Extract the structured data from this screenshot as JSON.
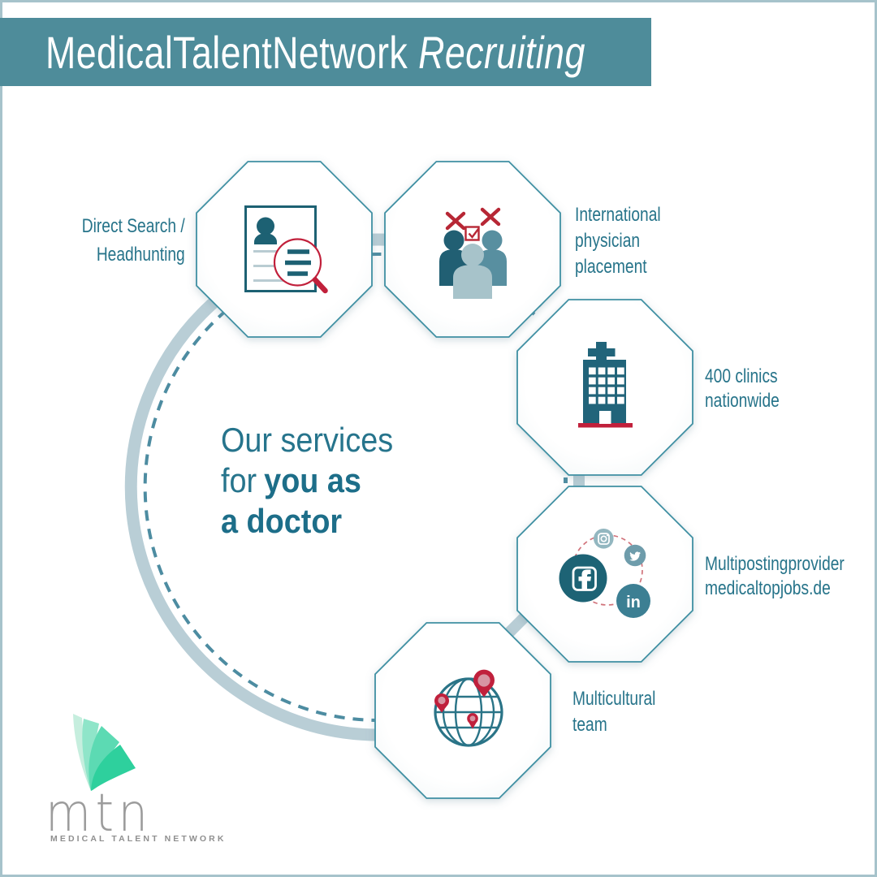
{
  "header": {
    "title": "MedicalTalentNetwork",
    "title_suffix": "Recruiting"
  },
  "center_text": {
    "line1": "Our services",
    "line2_regular": "for",
    "line2_bold": "you as",
    "line3_bold": "a doctor"
  },
  "services": [
    {
      "icon": "cv-magnifier-icon",
      "label_lines": [
        "Direct Search /",
        "Headhunting"
      ]
    },
    {
      "icon": "people-selection-icon",
      "label_lines": [
        "International",
        "physician",
        "placement"
      ]
    },
    {
      "icon": "clinic-building-icon",
      "label_lines": [
        "400 clinics",
        "nationwide"
      ]
    },
    {
      "icon": "social-media-icon",
      "label_lines": [
        "Multipostingprovider",
        "medicaltopjobs.de"
      ]
    },
    {
      "icon": "globe-pins-icon",
      "label_lines": [
        "Multicultural",
        "team"
      ]
    }
  ],
  "social_icons": {
    "facebook_glyph": "f",
    "linkedin_glyph": "in"
  },
  "logo": {
    "name": "mtn",
    "tagline": "MEDICAL TALENT NETWORK"
  },
  "colors": {
    "header_bg": "#4e8c9a",
    "label_text": "#27748a",
    "teal_dark": "#1d6173",
    "teal_mid": "#55899b",
    "teal_light": "#a6c4cc",
    "octagon_border": "#3f90a3",
    "arc_band": "#b9ced6",
    "arc_dash": "#4d8ca1",
    "accent_red": "#c0203c",
    "dashed_red": "#d1737b",
    "logo_greens": [
      "#c6eede",
      "#8fe5c9",
      "#5cdab3",
      "#2ed09d"
    ],
    "logo_gray": "#9c9c9c"
  }
}
